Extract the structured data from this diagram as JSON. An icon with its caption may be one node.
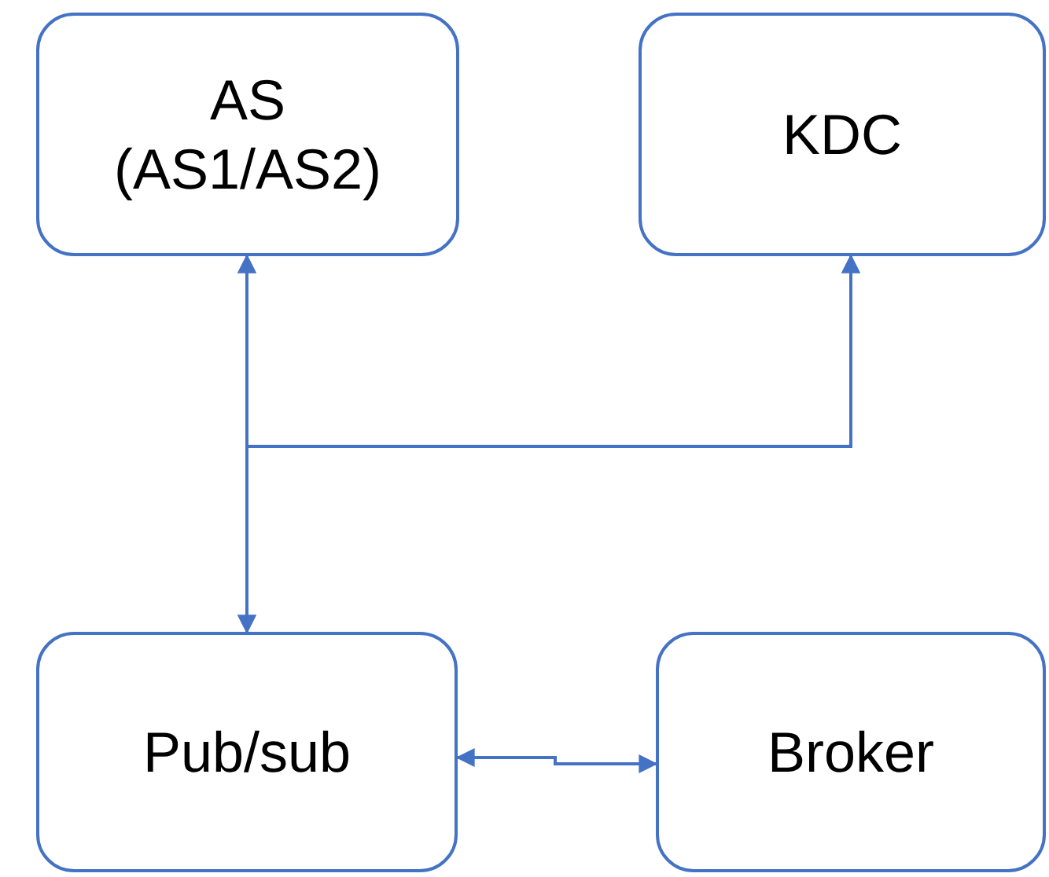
{
  "diagram": {
    "nodes": [
      {
        "text": [
          "AS",
          "(AS1/AS2)"
        ]
      },
      {
        "text": [
          "KDC"
        ]
      },
      {
        "text": [
          "Pub/sub"
        ]
      },
      {
        "text": [
          "Broker"
        ]
      }
    ],
    "edges": [
      {
        "from": 0,
        "to": 2,
        "arrow": "both"
      },
      {
        "from": 2,
        "to": 1,
        "arrow": "both"
      },
      {
        "from": 0,
        "to": 1,
        "arrow": "both"
      },
      {
        "from": 2,
        "to": 3,
        "arrow": "both"
      }
    ]
  }
}
